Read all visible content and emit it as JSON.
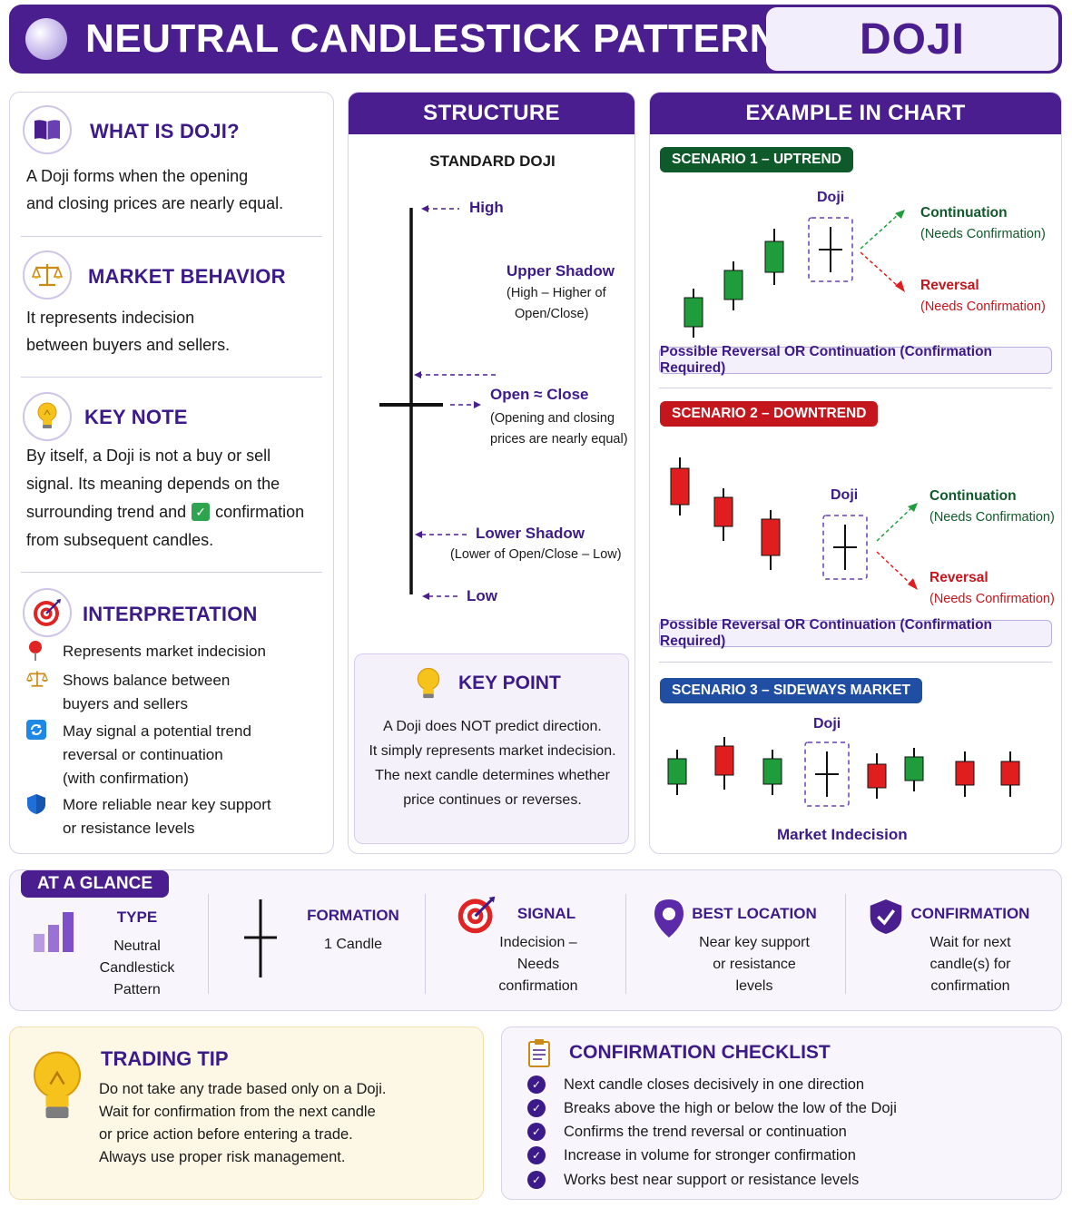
{
  "header": {
    "title": "NEUTRAL CANDLESTICK PATTERNS",
    "badge": "DOJI"
  },
  "left": {
    "what": {
      "title": "WHAT IS DOJI?",
      "text1": "A Doji forms when the opening",
      "text2": "and closing prices are nearly equal."
    },
    "behavior": {
      "title": "MARKET BEHAVIOR",
      "text1": "It represents indecision",
      "text2": "between buyers and sellers."
    },
    "keynote": {
      "title": "KEY NOTE",
      "line1": "By itself, a Doji is not a buy or sell",
      "line2": "signal. Its meaning depends on the",
      "line3a": "surrounding trend and",
      "line3b": "confirmation",
      "line4": "from subsequent candles."
    },
    "interpretation": {
      "title": "INTERPRETATION",
      "items": [
        {
          "icon": "pin-icon",
          "l1": "Represents market indecision",
          "l2": "",
          "l3": ""
        },
        {
          "icon": "scale-icon",
          "l1": "Shows balance between",
          "l2": "buyers and sellers",
          "l3": ""
        },
        {
          "icon": "refresh-icon",
          "l1": "May signal a potential trend",
          "l2": "reversal or continuation",
          "l3": "(with confirmation)"
        },
        {
          "icon": "shield-icon",
          "l1": "More reliable near key support",
          "l2": "or resistance levels",
          "l3": ""
        }
      ]
    }
  },
  "structure": {
    "title": "STRUCTURE",
    "subtitle": "STANDARD DOJI",
    "high": "High",
    "upper_shadow": "Upper Shadow",
    "upper_desc1": "(High – Higher of",
    "upper_desc2": "Open/Close)",
    "open_close": "Open ≈ Close",
    "oc_desc1": "(Opening and closing",
    "oc_desc2": "prices are nearly equal)",
    "lower_shadow": "Lower Shadow",
    "lower_desc": "(Lower of Open/Close – Low)",
    "low": "Low",
    "keypoint": {
      "title": "KEY POINT",
      "l1": "A Doji does NOT predict direction.",
      "l2": "It simply represents market indecision.",
      "l3": "The next candle determines whether",
      "l4": "price continues or reverses."
    }
  },
  "example": {
    "title": "EXAMPLE IN CHART",
    "s1": {
      "tag": "SCENARIO 1 – UPTREND",
      "doji": "Doji",
      "cont": "Continuation",
      "cont_sub": "(Needs Confirmation)",
      "rev": "Reversal",
      "rev_sub": "(Needs Confirmation)",
      "pill": "Possible Reversal OR Continuation (Confirmation Required)"
    },
    "s2": {
      "tag": "SCENARIO 2 – DOWNTREND",
      "doji": "Doji",
      "cont": "Continuation",
      "cont_sub": "(Needs Confirmation)",
      "rev": "Reversal",
      "rev_sub": "(Needs Confirmation)",
      "pill": "Possible Reversal OR Continuation (Confirmation Required)"
    },
    "s3": {
      "tag": "SCENARIO 3 – SIDEWAYS MARKET",
      "doji": "Doji",
      "caption": "Market Indecision"
    }
  },
  "glance": {
    "tag": "AT A GLANCE",
    "type": {
      "title": "TYPE",
      "l1": "Neutral",
      "l2": "Candlestick",
      "l3": "Pattern"
    },
    "formation": {
      "title": "FORMATION",
      "l1": "1 Candle"
    },
    "signal": {
      "title": "SIGNAL",
      "l1": "Indecision –",
      "l2": "Needs",
      "l3": "confirmation"
    },
    "location": {
      "title": "BEST LOCATION",
      "l1": "Near key support",
      "l2": "or resistance",
      "l3": "levels"
    },
    "confirmation": {
      "title": "CONFIRMATION",
      "l1": "Wait for next",
      "l2": "candle(s) for",
      "l3": "confirmation"
    }
  },
  "tip": {
    "title": "TRADING TIP",
    "l1": "Do not take any trade based only on a Doji.",
    "l2": "Wait for confirmation from the next candle",
    "l3": "or price action before entering a trade.",
    "l4": "Always use proper risk management."
  },
  "checklist": {
    "title": "CONFIRMATION CHECKLIST",
    "items": [
      "Next candle closes decisively in one direction",
      "Breaks above the high or below the low of the Doji",
      "Confirms the trend reversal or continuation",
      "Increase in volume for stronger confirmation",
      "Works best near support or resistance levels"
    ]
  },
  "colors": {
    "purple": "#4a1e8f",
    "green": "#1f9d3a",
    "red": "#e01e1e",
    "blue": "#1f4ea3",
    "dark_green": "#0f5a2a",
    "dark_red": "#c4161c"
  }
}
